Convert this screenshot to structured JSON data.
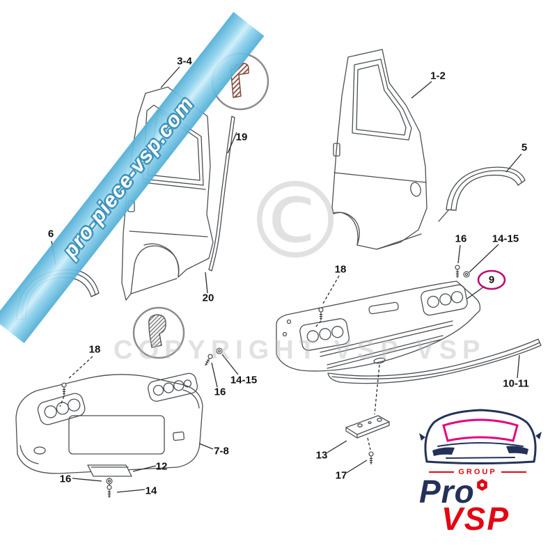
{
  "watermarks": {
    "diagonal_banner": "pro-piece-vsp.com",
    "copyright_symbol": "©",
    "copyright_text": "COPYRIGHT VSP VSP"
  },
  "callouts": {
    "c3_4": "3-4",
    "c19": "19",
    "c1_2": "1-2",
    "c5": "5",
    "c6": "6",
    "c20": "20",
    "c18": "18",
    "c16": "16",
    "c14_15": "14-15",
    "c9": "9",
    "c10_11": "10-11",
    "c7_8": "7-8",
    "c12": "12",
    "c13": "13",
    "c14": "14",
    "c17": "17"
  },
  "logo": {
    "group": "GROUP",
    "pro": "Pro",
    "vsp": "VSP"
  },
  "colors": {
    "banner_blue": "#74c6e4",
    "highlight_magenta": "#c00b72",
    "logo_navy": "#243158",
    "logo_red": "#e30613",
    "line_gray": "#4a4f54"
  }
}
